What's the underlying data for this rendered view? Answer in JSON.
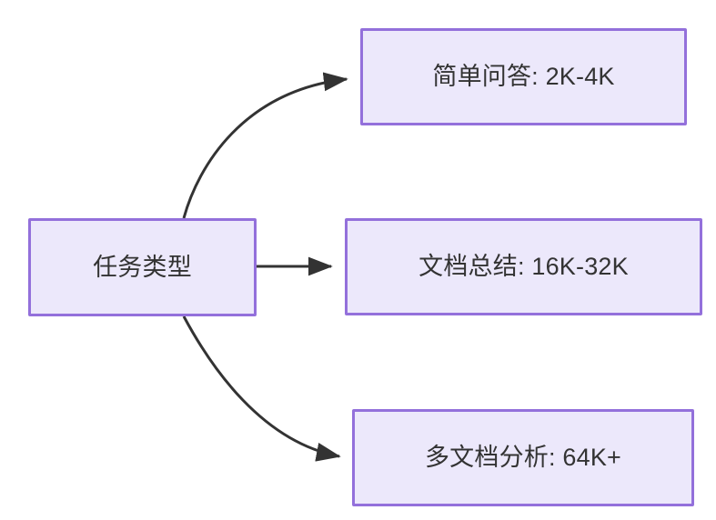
{
  "diagram": {
    "type": "flowchart",
    "direction": "left-to-right",
    "background_color": "#ffffff",
    "node_fill_color": "#ECE8FB",
    "node_border_color": "#9370DB",
    "node_text_color": "#333333",
    "edge_color": "#333333",
    "nodes": [
      {
        "id": "root",
        "label": "任务类型",
        "role": "source"
      },
      {
        "id": "simple_qa",
        "label": "简单问答: 2K-4K",
        "role": "target"
      },
      {
        "id": "doc_summary",
        "label": "文档总结: 16K-32K",
        "role": "target"
      },
      {
        "id": "multi_doc",
        "label": "多文档分析: 64K+",
        "role": "target"
      }
    ],
    "edges": [
      {
        "id": "edge-root-simple-qa",
        "from": "root",
        "to": "simple_qa",
        "style": "curved",
        "arrow": "arrowhead-icon"
      },
      {
        "id": "edge-root-doc-summary",
        "from": "root",
        "to": "doc_summary",
        "style": "straight",
        "arrow": "arrowhead-icon"
      },
      {
        "id": "edge-root-multi-doc",
        "from": "root",
        "to": "multi_doc",
        "style": "curved",
        "arrow": "arrowhead-icon"
      }
    ]
  }
}
